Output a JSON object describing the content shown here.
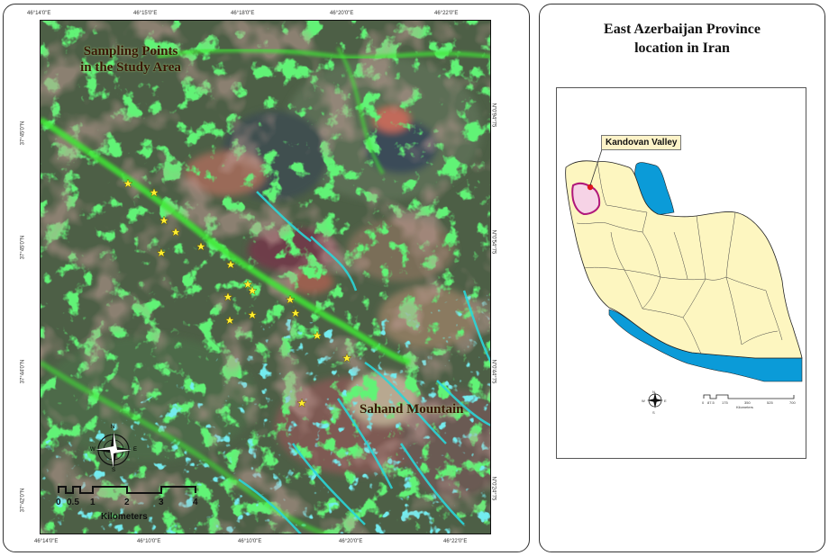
{
  "main_map": {
    "title_line1": "Sampling Points",
    "title_line2": "in the Study Area",
    "mountain_label": "Sahand Mountain",
    "top_coords": [
      "46°14'0\"E",
      "46°15'0\"E",
      "46°18'0\"E",
      "46°20'0\"E",
      "46°22'0\"E"
    ],
    "bottom_coords": [
      "46°14'0\"E",
      "46°10'0\"E",
      "46°10'0\"E",
      "46°20'0\"E",
      "46°22'0\"E"
    ],
    "left_coords": [
      "37°45'0\"N",
      "37°45'0\"N",
      "37°44'0\"N",
      "37°42'0\"N"
    ],
    "right_coords": [
      "N\"0'94°75",
      "N\"0'54°75",
      "N\"0'44°75",
      "N\"0'24°75"
    ],
    "scale_ticks": [
      "0",
      "0.5",
      "1",
      "2",
      "3",
      "4"
    ],
    "scale_unit": "Kilometers",
    "north_label": "N",
    "west_label": "W",
    "east_label": "E",
    "south_label": "S",
    "colors": {
      "vegetation": "#39e62f",
      "water": "#2ad6d9",
      "rock": "#8a5a52",
      "base": "#4d5f46"
    }
  },
  "inset": {
    "title_line1": "East Azerbaijan Province",
    "title_line2": "location in Iran",
    "callout": "Kandovan Valley",
    "scale_ticks": [
      "0",
      "87.5",
      "175",
      "350",
      "525",
      "700"
    ],
    "scale_unit": "Kilometers",
    "north_label": "N",
    "west_label": "W",
    "east_label": "E",
    "south_label": "S",
    "colors": {
      "land": "#fdf6c0",
      "sea": "#0b9bd8",
      "province": "#b0187a",
      "marker": "#e0161b"
    }
  }
}
